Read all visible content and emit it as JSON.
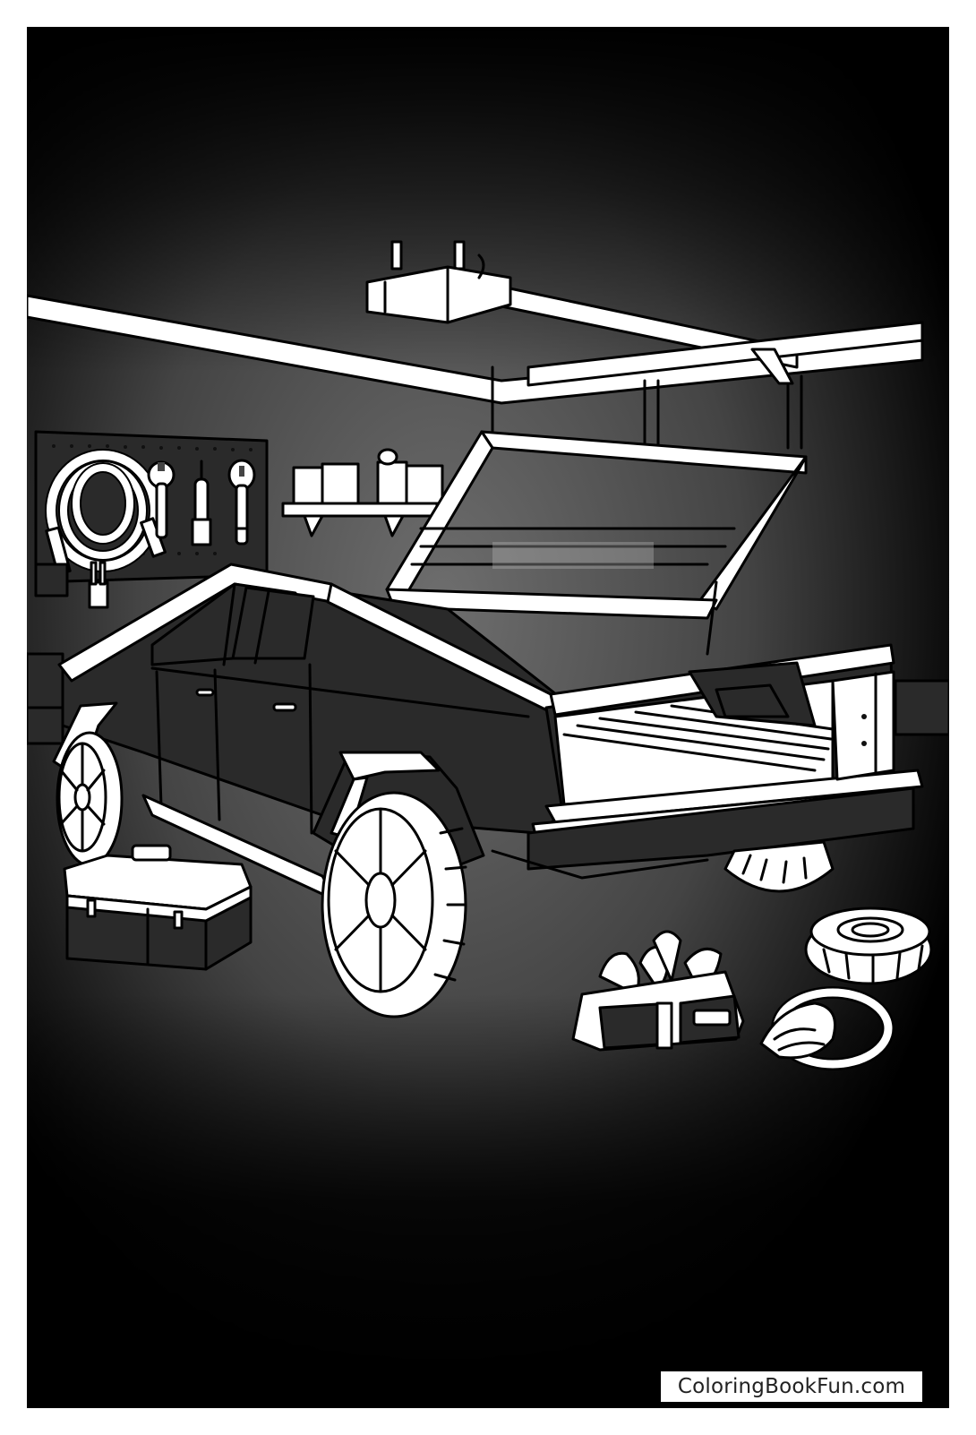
{
  "page": {
    "frame_color": "#000000",
    "background_color": "#ffffff"
  },
  "illustration": {
    "subject": "Electric pickup truck in a garage with open tonneau cover",
    "elements": [
      "garage-door-opener",
      "ceiling-rails",
      "pegboard",
      "coiled-hose",
      "wrenches",
      "screwdriver",
      "wall-shelf-with-jars",
      "pickup-truck",
      "open-bed-cover",
      "toolbox",
      "tool-bag",
      "spare-tire",
      "shop-vacuum"
    ]
  },
  "watermark": {
    "text": "ColoringBookFun.com"
  }
}
